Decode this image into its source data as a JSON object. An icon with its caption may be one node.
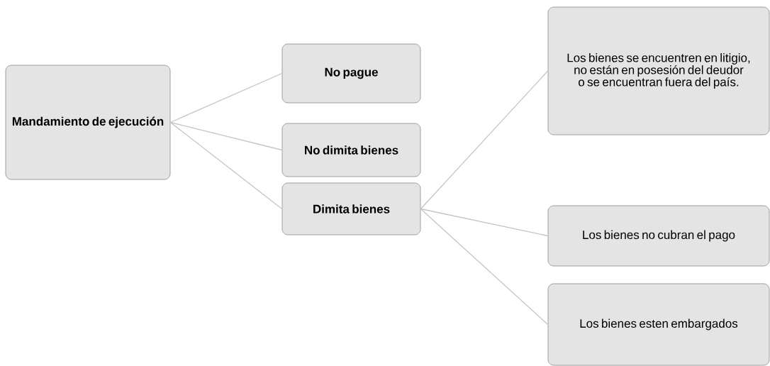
{
  "diagram": {
    "nodes": [
      {
        "text": [
          "Mandamiento de ejecución"
        ]
      },
      {
        "text": [
          "No pague"
        ]
      },
      {
        "text": [
          "No dimita bienes"
        ]
      },
      {
        "text": [
          "Dimita bienes"
        ]
      },
      {
        "text": [
          "Los bienes se encuentren en litigio, no están en posesión del deudor o se encuentran fuera del país."
        ]
      },
      {
        "text": [
          "Los bienes no cubran el pago"
        ]
      },
      {
        "text": [
          "Los bienes esten embargados"
        ]
      }
    ],
    "edges": [
      {
        "from": 0,
        "to": 1,
        "arrow": "none"
      },
      {
        "from": 0,
        "to": 2,
        "arrow": "none"
      },
      {
        "from": 0,
        "to": 3,
        "arrow": "none"
      },
      {
        "from": 3,
        "to": 4,
        "arrow": "none"
      },
      {
        "from": 3,
        "to": 5,
        "arrow": "none"
      },
      {
        "from": 3,
        "to": 6,
        "arrow": "none"
      }
    ]
  }
}
